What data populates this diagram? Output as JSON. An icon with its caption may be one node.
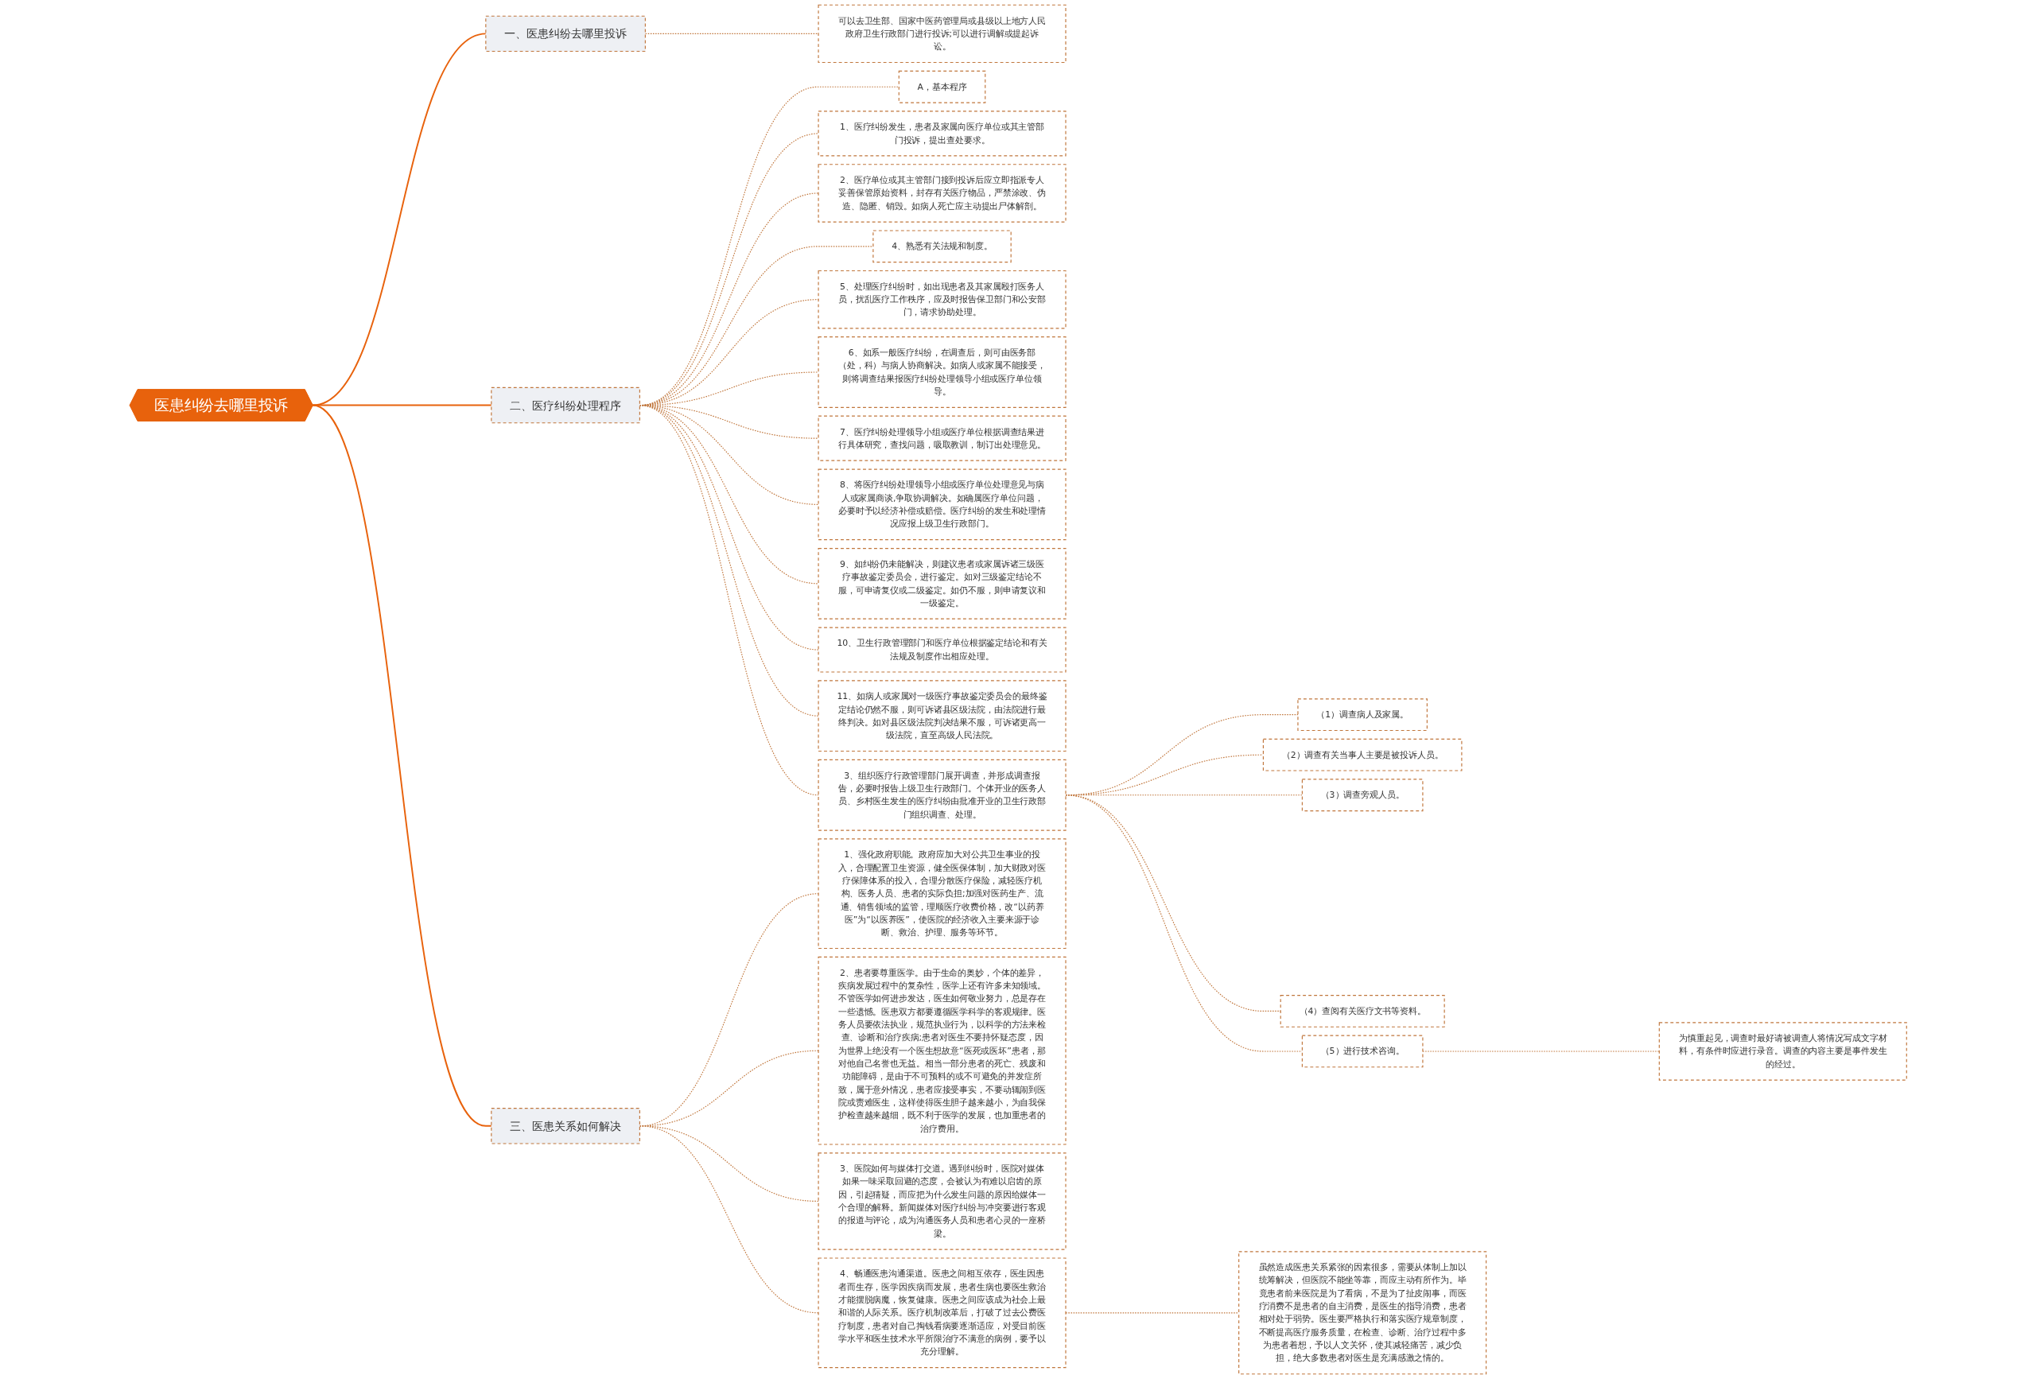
{
  "diagram": {
    "nodes": [
      {
        "text": [
          "医患纠纷去哪里投诉"
        ]
      },
      {
        "text": [
          "一、医患纠纷去哪里投诉"
        ]
      },
      {
        "text": [
          "可以去卫生部、国家中医药管理局或县级以上地方人民政府卫生行政部门进行投诉;可以进行调解或提起诉讼。"
        ]
      },
      {
        "text": [
          "二、医疗纠纷处理程序"
        ]
      },
      {
        "text": [
          "A，基本程序"
        ]
      },
      {
        "text": [
          "1、医疗纠纷发生，患者及家属向医疗单位或其主管部门投诉，提出查处要求。"
        ]
      },
      {
        "text": [
          "2、医疗单位或其主管部门接到投诉后应立即指派专人妥善保管原始资料，封存有关医疗物品，严禁涂改、伪造、隐匿、销毁。如病人死亡应主动提出尸体解剖。"
        ]
      },
      {
        "text": [
          "3、组织医疗行政管理部门展开调查，并形成调查报告，必要时报告上级卫生行政部门。个体开业的医务人员、乡村医生发生的医疗纠纷由批准开业的卫生行政部门组织调查、处理。"
        ]
      },
      {
        "text": [
          "（1）调查病人及家属。"
        ]
      },
      {
        "text": [
          "（2）调查有关当事人主要是被投诉人员。"
        ]
      },
      {
        "text": [
          "（3）调查旁观人员。"
        ]
      },
      {
        "text": [
          "（4）查阅有关医疗文书等资料。"
        ]
      },
      {
        "text": [
          "（5）进行技术咨询。"
        ]
      },
      {
        "text": [
          "为慎重起见，调查时最好请被调查人将情况写成文字材料，有条件时应进行录音。调查的内容主要是事件发生的经过。"
        ]
      },
      {
        "text": [
          "4、熟悉有关法规和制度。"
        ]
      },
      {
        "text": [
          "5、处理医疗纠纷时，如出现患者及其家属殴打医务人员，扰乱医疗工作秩序，应及时报告保卫部门和公安部门，请求协助处理。"
        ]
      },
      {
        "text": [
          "6、如系一般医疗纠纷，在调查后，则可由医务部（处，科）与病人协商解决。如病人或家属不能接受，则将调查结果报医疗纠纷处理领导小组或医疗单位领导。"
        ]
      },
      {
        "text": [
          "7、医疗纠纷处理领导小组或医疗单位根据调查结果进行具体研究，查找问题，吸取教训，制订出处理意见。"
        ]
      },
      {
        "text": [
          "8、将医疗纠纷处理领导小组或医疗单位处理意见与病人或家属商谈,争取协调解决。如确属医疗单位问题，必要时予以经济补偿或赔偿。医疗纠纷的发生和处理情况应报上级卫生行政部门。"
        ]
      },
      {
        "text": [
          "9、如纠纷仍未能解决，则建议患者或家属诉诸三级医疗事故鉴定委员会，进行鉴定。如对三级鉴定结论不服，可申请复仪或二级鉴定。如仍不服，则申请复议和一级鉴定。"
        ]
      },
      {
        "text": [
          "10、卫生行政管理部门和医疗单位根据鉴定结论和有关法规及制度作出相应处理。"
        ]
      },
      {
        "text": [
          "11、如病人或家属对一级医疗事故鉴定委员会的最终鉴定结论仍然不服，则可诉诸县区级法院，由法院进行最终判决。如对县区级法院判决结果不服，可诉诸更高一级法院，直至高级人民法院。"
        ]
      },
      {
        "text": [
          "三、医患关系如何解决"
        ]
      },
      {
        "text": [
          "1、强化政府职能。政府应加大对公共卫生事业的投入，合理配置卫生资源，健全医保体制，加大财政对医疗保障体系的投入，合理分散医疗保险，减轻医疗机构、医务人员、患者的实际负担;加强对医药生产、流通、销售领域的监管，理顺医疗收费价格，改“以药养医”为“以医养医”，使医院的经济收入主要来源于诊断、救治、护理、服务等环节。"
        ]
      },
      {
        "text": [
          "2、患者要尊重医学。由于生命的奥妙，个体的差异，疾病发展过程中的复杂性，医学上还有许多未知领域。不管医学如何进步发达，医生如何敬业努力，总是存在一些遗憾。医患双方都要遵循医学科学的客观规律。医务人员要依法执业，规范执业行为，以科学的方法来检查、诊断和治疗疾病;患者对医生不要持怀疑态度，因为世界上绝没有一个医生想故意“医死或医坏”患者，那对他自己名誉也无益。相当一部分患者的死亡、残废和功能障碍，是由于不可预料的或不可避免的并发症所致，属于意外情况，患者应接受事实，不要动辄闹到医院或责难医生，这样使得医生胆子越来越小，为自我保护检查越来越细，既不利于医学的发展，也加重患者的治疗费用。"
        ]
      },
      {
        "text": [
          "3、医院如何与媒体打交道。遇到纠纷时，医院对媒体如果一味采取回避的态度，会被认为有难以启齿的原因，引起猜疑，而应把为什么发生问题的原因给媒体一个合理的解释。新闻媒体对医疗纠纷与冲突要进行客观的报道与评论，成为沟通医务人员和患者心灵的一座桥梁。"
        ]
      },
      {
        "text": [
          "4、畅通医患沟通渠道。医患之间相互依存，医生因患者而生存，医学因疾病而发展，患者生病也要医生救治才能摆脱病魔，恢复健康。医患之间应该成为社会上最和谐的人际关系。医疗机制改革后，打破了过去公费医疗制度，患者对自己掏钱看病要逐渐适应，对受目前医学水平和医生技术水平所限治疗不满意的病例，要予以充分理解。"
        ]
      },
      {
        "text": [
          "虽然造成医患关系紧张的因素很多，需要从体制上加以统筹解决，但医院不能坐等靠，而应主动有所作为。毕竟患者前来医院是为了看病，不是为了扯皮闹事，而医疗消费不是患者的自主消费，是医生的指导消费，患者相对处于弱势。医生要严格执行和落实医疗规章制度，不断提高医疗服务质量，在检查、诊断、治疗过程中多为患者着想，予以人文关怀，使其减轻痛苦，减少负担，绝大多数患者对医生是充满感激之情的。"
        ]
      }
    ],
    "edges": [
      {
        "from": 0,
        "to": 1,
        "arrow": "none",
        "color": "#e8620c"
      },
      {
        "from": 1,
        "to": 2,
        "arrow": "none",
        "style": "dashed"
      },
      {
        "from": 0,
        "to": 3,
        "arrow": "none",
        "color": "#e8620c"
      },
      {
        "from": 3,
        "to": 4,
        "arrow": "none",
        "style": "dashed"
      },
      {
        "from": 3,
        "to": 5,
        "arrow": "none",
        "style": "dashed"
      },
      {
        "from": 3,
        "to": 6,
        "arrow": "none",
        "style": "dashed"
      },
      {
        "from": 3,
        "to": 7,
        "arrow": "none",
        "style": "dashed"
      },
      {
        "from": 7,
        "to": 8,
        "arrow": "none",
        "style": "dashed"
      },
      {
        "from": 7,
        "to": 9,
        "arrow": "none",
        "style": "dashed"
      },
      {
        "from": 7,
        "to": 10,
        "arrow": "none",
        "style": "dashed"
      },
      {
        "from": 7,
        "to": 11,
        "arrow": "none",
        "style": "dashed"
      },
      {
        "from": 7,
        "to": 12,
        "arrow": "none",
        "style": "dashed"
      },
      {
        "from": 12,
        "to": 13,
        "arrow": "none",
        "style": "dashed"
      },
      {
        "from": 3,
        "to": 14,
        "arrow": "none",
        "style": "dashed"
      },
      {
        "from": 3,
        "to": 15,
        "arrow": "none",
        "style": "dashed"
      },
      {
        "from": 3,
        "to": 16,
        "arrow": "none",
        "style": "dashed"
      },
      {
        "from": 3,
        "to": 17,
        "arrow": "none",
        "style": "dashed"
      },
      {
        "from": 3,
        "to": 18,
        "arrow": "none",
        "style": "dashed"
      },
      {
        "from": 3,
        "to": 19,
        "arrow": "none",
        "style": "dashed"
      },
      {
        "from": 3,
        "to": 20,
        "arrow": "none",
        "style": "dashed"
      },
      {
        "from": 3,
        "to": 21,
        "arrow": "none",
        "style": "dashed"
      },
      {
        "from": 0,
        "to": 22,
        "arrow": "none",
        "color": "#e8620c"
      },
      {
        "from": 22,
        "to": 23,
        "arrow": "none",
        "style": "dashed"
      },
      {
        "from": 22,
        "to": 24,
        "arrow": "none",
        "style": "dashed"
      },
      {
        "from": 22,
        "to": 25,
        "arrow": "none",
        "style": "dashed"
      },
      {
        "from": 22,
        "to": 26,
        "arrow": "none",
        "style": "dashed"
      },
      {
        "from": 26,
        "to": 27,
        "arrow": "none",
        "style": "dashed"
      }
    ]
  }
}
